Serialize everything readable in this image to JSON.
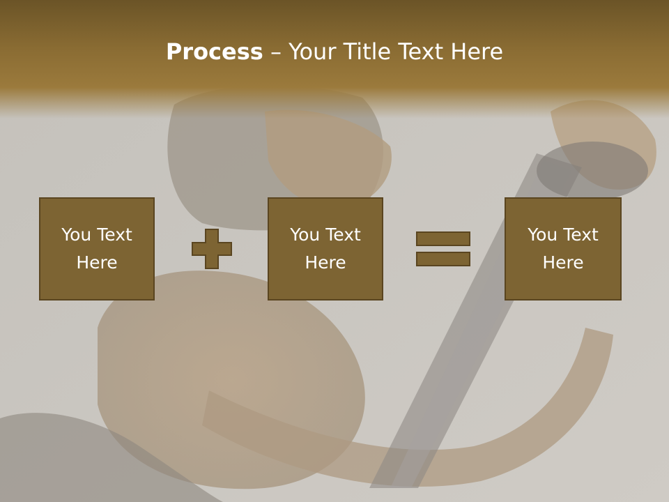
{
  "slide": {
    "title_bold": "Process",
    "title_rest": " – Your Title Text Here"
  },
  "process": {
    "box1": "You Text Here",
    "box2": "You Text Here",
    "box3": "You Text Here",
    "operator1": "plus-icon",
    "operator2": "equals-icon"
  },
  "colors": {
    "header": "#8a6c33",
    "box_fill": "#7d6433",
    "box_border": "#5a4520",
    "text": "#ffffff",
    "background": "#c9c6c1"
  }
}
